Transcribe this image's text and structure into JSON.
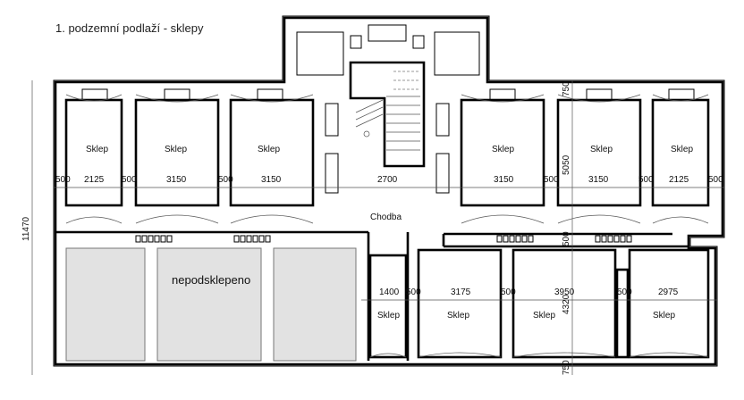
{
  "title": "1. podzemní podlaží - sklepy",
  "labels": {
    "sklep": "Sklep",
    "chodba": "Chodba",
    "nepodsklepeno": "nepodsklepeno"
  },
  "dimensions": {
    "top_row": [
      "500",
      "2125",
      "500",
      "3150",
      "500",
      "3150",
      "2700",
      "3150",
      "500",
      "3150",
      "500",
      "2125",
      "500"
    ],
    "bottom_row": [
      "1400",
      "500",
      "3175",
      "500",
      "3950",
      "500",
      "2975"
    ],
    "vertical_total": "11470",
    "vertical_right": [
      "750",
      "5050",
      "500",
      "4320",
      "750"
    ]
  }
}
